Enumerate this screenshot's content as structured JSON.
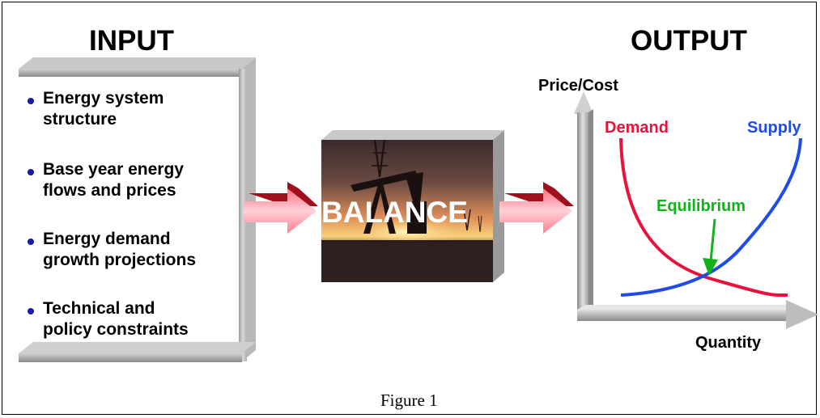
{
  "input": {
    "heading": "INPUT",
    "items": [
      {
        "line1": "Energy system",
        "line2": "structure"
      },
      {
        "line1": "Base year energy",
        "line2": "flows and prices"
      },
      {
        "line1": "Energy demand",
        "line2": "growth projections"
      },
      {
        "line1": "Technical and",
        "line2": "policy constraints"
      }
    ]
  },
  "process": {
    "label": "BALANCE"
  },
  "output": {
    "heading": "OUTPUT",
    "y_axis_label": "Price/Cost",
    "x_axis_label": "Quantity",
    "demand_label": "Demand",
    "supply_label": "Supply",
    "equilibrium_label": "Equilibrium"
  },
  "caption": "Figure 1",
  "colors": {
    "demand": "#e8123c",
    "supply": "#1f4be8",
    "equilibrium": "#12b21a",
    "bullet": "#1a1aa8",
    "arrow": "#e0303c"
  }
}
